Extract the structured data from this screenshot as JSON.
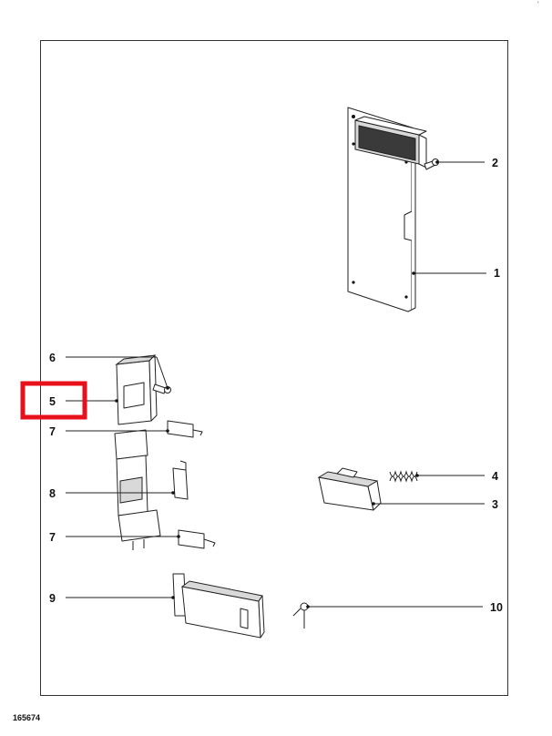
{
  "document_number": "165674",
  "corner_mark": "'",
  "highlight_color": "#e8101a",
  "callouts": {
    "c1": "1",
    "c2": "2",
    "c3": "3",
    "c4": "4",
    "c5": "5",
    "c6": "6",
    "c7a": "7",
    "c7b": "7",
    "c8": "8",
    "c9": "9",
    "c10": "10"
  },
  "highlighted_callout": "5"
}
